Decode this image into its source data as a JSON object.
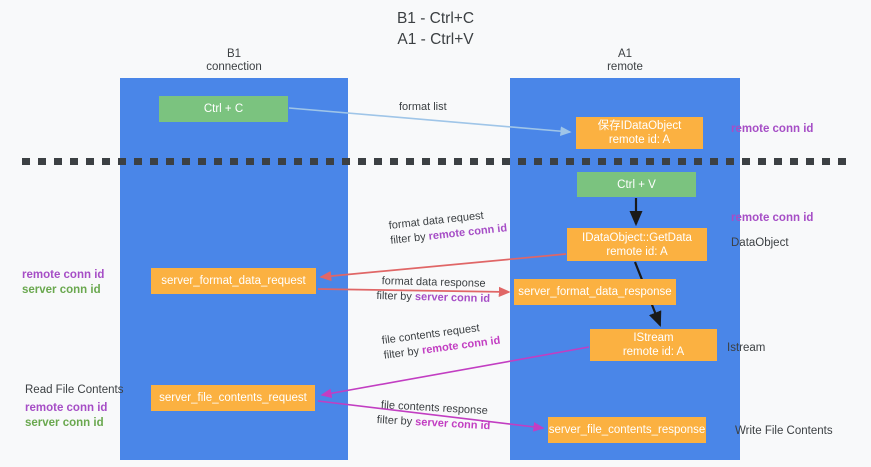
{
  "title": {
    "line1": "B1 - Ctrl+C",
    "line2": "A1 - Ctrl+V"
  },
  "columns": {
    "left": {
      "name": "B1",
      "role": "connection"
    },
    "right": {
      "name": "A1",
      "role": "remote"
    }
  },
  "nodes": {
    "ctrl_c": {
      "label": "Ctrl + C",
      "color": "#7bc37f"
    },
    "save_idataobject": {
      "line1": "保存IDataObject",
      "line2": "remote id: A",
      "color": "#fbb141"
    },
    "ctrl_v": {
      "label": "Ctrl + V",
      "color": "#7bc37f"
    },
    "getdata": {
      "line1": "IDataObject::GetData",
      "line2": "remote id: A",
      "color": "#fbb141"
    },
    "server_format_data_request": {
      "label": "server_format_data_request",
      "color": "#fbb141"
    },
    "server_format_data_response": {
      "label": "server_format_data_response",
      "color": "#fbb141"
    },
    "istream": {
      "line1": "IStream",
      "line2": "remote id: A",
      "color": "#fbb141"
    },
    "server_file_contents_request": {
      "label": "server_file_contents_request",
      "color": "#fbb141"
    },
    "server_file_contents_response": {
      "label": "server_file_contents_response",
      "color": "#fbb141"
    }
  },
  "connectors": {
    "format_list": {
      "caption": "format list",
      "color": "#9fc5e8"
    },
    "format_data_request": {
      "line1": "format data request",
      "prefix": "filter by ",
      "emphasis": "remote conn id",
      "color": "#e06666",
      "emphasis_color": "#a64ec6"
    },
    "format_data_response": {
      "line1": "format data response",
      "prefix": "filter by ",
      "emphasis": "server conn id",
      "color": "#e06666",
      "emphasis_color": "#a64ec6"
    },
    "file_contents_request": {
      "line1": "file contents request",
      "prefix": "filter by ",
      "emphasis": "remote conn id",
      "color": "#c23ec2",
      "emphasis_color": "#c23ec2"
    },
    "file_contents_response": {
      "line1": "file contents response",
      "prefix": "filter by ",
      "emphasis": "server conn id",
      "color": "#c23ec2",
      "emphasis_color": "#c23ec2"
    }
  },
  "side_labels": {
    "right_remote_conn_id_top": "remote conn id",
    "right_remote_conn_id_mid": "remote conn id",
    "right_dataobject": "DataObject",
    "right_istream": "Istream",
    "right_write_file_contents": "Write File Contents",
    "left_remote_conn_id_1": "remote conn id",
    "left_server_conn_id_1": "server conn id",
    "left_read_file_contents": "Read File Contents",
    "left_remote_conn_id_2": "remote conn id",
    "left_server_conn_id_2": "server conn id"
  },
  "colors": {
    "lane": "#4a86e8",
    "green_node": "#7bc37f",
    "orange_node": "#fbb141",
    "purple_text": "#a64ec6",
    "green_text": "#6aa84f",
    "magenta": "#c23ec2",
    "red_arrow": "#e06666",
    "blue_arrow": "#9fc5e8",
    "background": "#f8f9fa",
    "divider": "#3c4043"
  }
}
